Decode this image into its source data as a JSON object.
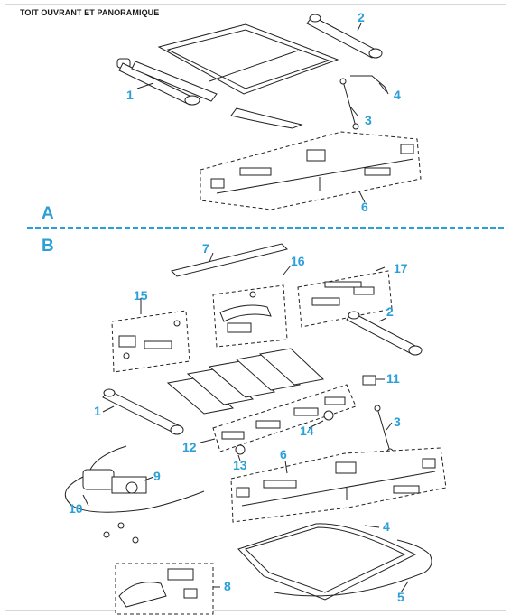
{
  "header": {
    "title": "TOIT OUVRANT ET PANORAMIQUE"
  },
  "sections": {
    "a": "A",
    "b": "B"
  },
  "section_a_labels": {
    "l1": "1",
    "l2": "2",
    "l3": "3",
    "l4": "4",
    "l6": "6"
  },
  "section_b_labels": {
    "l7": "7",
    "l16": "16",
    "l17": "17",
    "l15": "15",
    "l2": "2",
    "l1": "1",
    "l11": "11",
    "l3": "3",
    "l14": "14",
    "l12": "12",
    "l13": "13",
    "l6": "6",
    "l9": "9",
    "l10": "10",
    "l4": "4",
    "l8": "8",
    "l5": "5"
  },
  "colors": {
    "accent": "#2a9fd8",
    "ink": "#222222"
  }
}
